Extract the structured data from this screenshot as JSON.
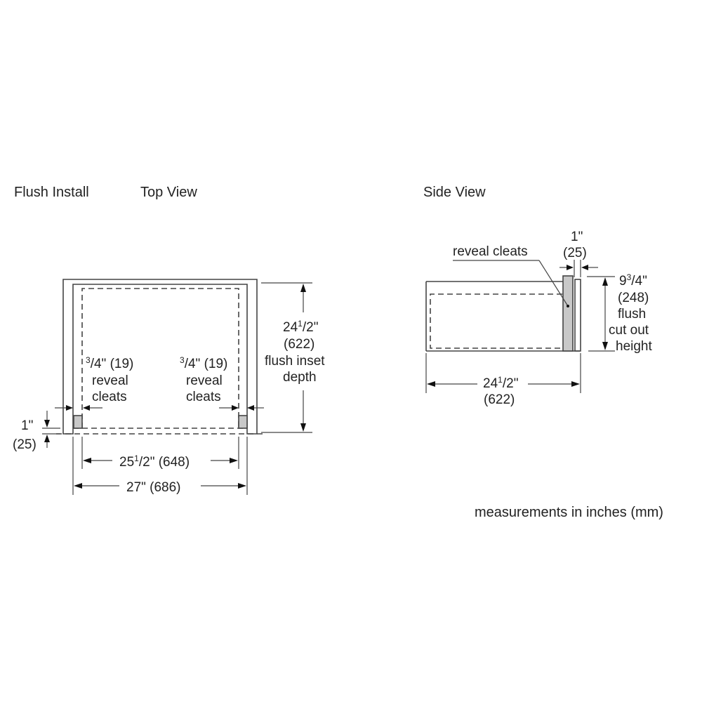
{
  "headings": {
    "install_type": "Flush Install",
    "top_view": "Top View",
    "side_view": "Side View"
  },
  "top_view": {
    "left_cleat": {
      "frac_num": "3",
      "frac_den": "4",
      "value": "\" (19)",
      "line2": "reveal",
      "line3": "cleats"
    },
    "right_cleat": {
      "frac_num": "3",
      "frac_den": "4",
      "value": "\" (19)",
      "line2": "reveal",
      "line3": "cleats"
    },
    "depth": {
      "whole": "24",
      "frac_num": "1",
      "frac_den": "2",
      "unit": "\"",
      "mm": "(622)",
      "line3": "flush inset",
      "line4": "depth"
    },
    "front_offset": {
      "inches": "1\"",
      "mm": "(25)"
    },
    "inner_width": {
      "whole": "25",
      "frac_num": "1",
      "frac_den": "2",
      "rest": "\" (648)"
    },
    "outer_width": {
      "label": "27\" (686)"
    }
  },
  "side_view": {
    "cleat_label": "reveal cleats",
    "gap": {
      "inches": "1\"",
      "mm": "(25)"
    },
    "height": {
      "whole": "9",
      "frac_num": "3",
      "frac_den": "4",
      "unit": "\"",
      "mm": "(248)",
      "line3": "flush",
      "line4": "cut out",
      "line5": "height"
    },
    "depth": {
      "whole": "24",
      "frac_num": "1",
      "frac_den": "2",
      "unit": "\"",
      "mm": "(622)"
    }
  },
  "footer": {
    "note": "measurements in inches (mm)"
  },
  "colors": {
    "line": "#444444",
    "cleat_fill": "#c8c8c8",
    "background": "#ffffff"
  }
}
